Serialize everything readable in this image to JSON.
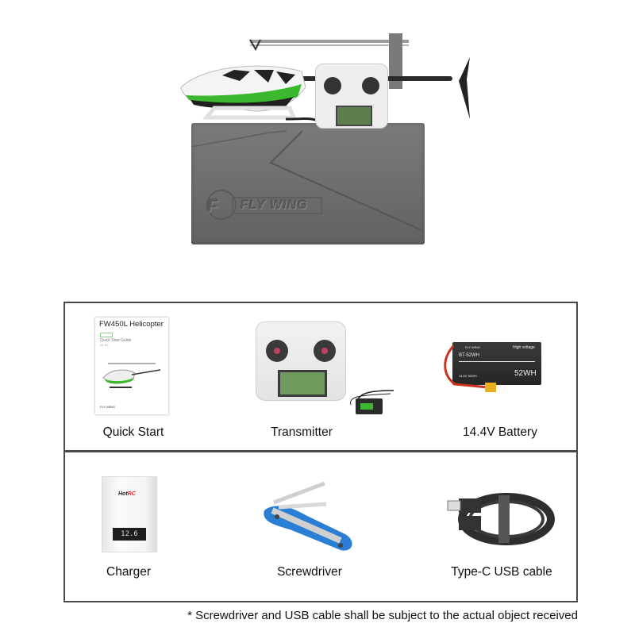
{
  "hero": {
    "product": "FW450L Helicopter",
    "case_brand": "FLY WING",
    "case_logo_letter": "F"
  },
  "package_contents": {
    "items": [
      {
        "label": "Quick Start",
        "icon": "quick-start-guide"
      },
      {
        "label": "Transmitter",
        "icon": "transmitter"
      },
      {
        "label": "14.4V Battery",
        "icon": "battery"
      },
      {
        "label": "Charger",
        "icon": "charger"
      },
      {
        "label": "Screwdriver",
        "icon": "screwdriver"
      },
      {
        "label": "Type-C USB cable",
        "icon": "usb-cable"
      }
    ]
  },
  "guide": {
    "title": "FW450L Helicopter",
    "subtitle": "Quick Start Guide",
    "version": "V1.00",
    "brand": "FLY WING"
  },
  "battery": {
    "model": "BT-52WH",
    "capacity": "52WH",
    "tagline": "High voltage",
    "spec": "14.8V 52WH",
    "brand": "FLY WING"
  },
  "charger": {
    "brand_a": "Hot",
    "brand_b": "RC",
    "display": "12.6"
  },
  "footnote": "* Screwdriver and USB cable shall be subject to the actual object received",
  "colors": {
    "accent_green": "#3cb82e",
    "foam_gray": "#6e6e6e",
    "border": "#4a4a4a",
    "tool_blue": "#2a7fd4"
  }
}
